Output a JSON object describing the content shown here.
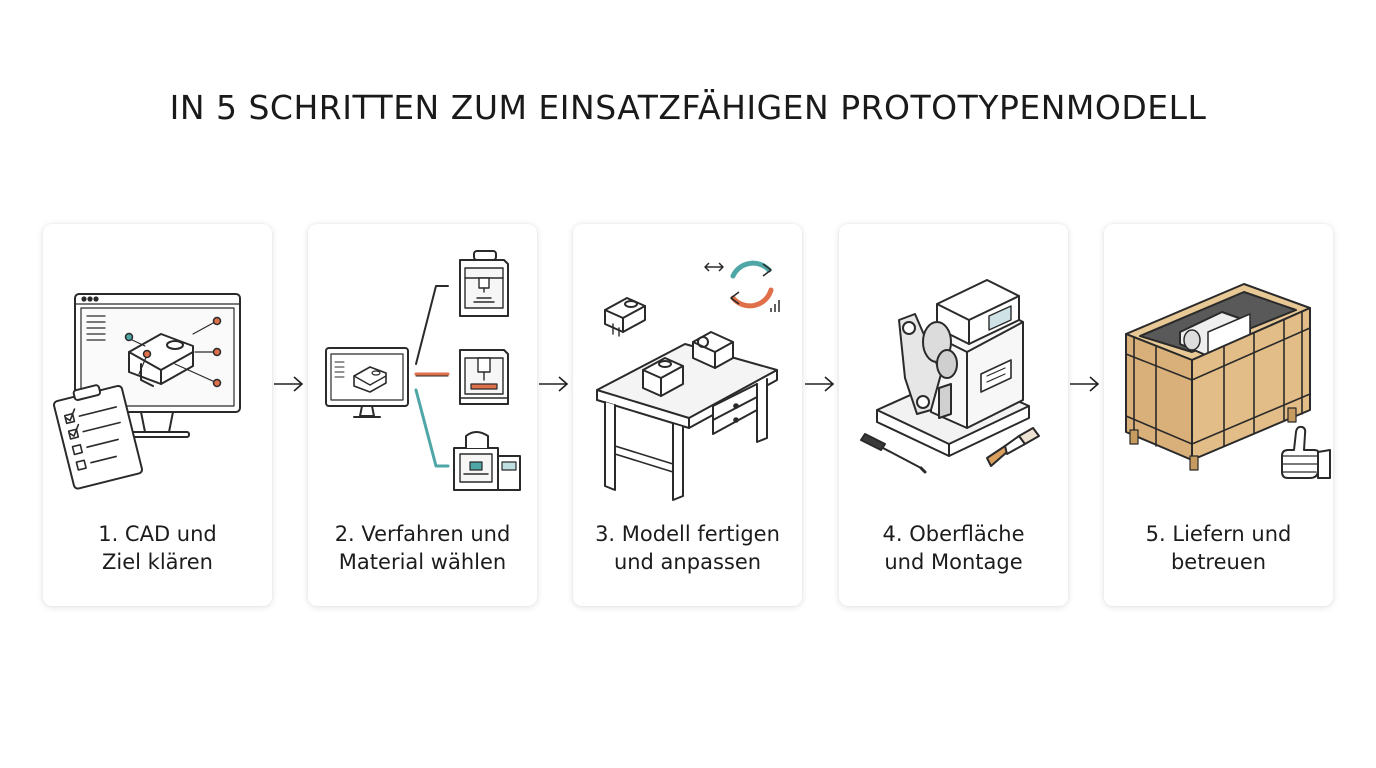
{
  "title": "IN 5 SCHRITTEN ZUM EINSATZFÄHIGEN PROTOTYPENMODELL",
  "steps": [
    {
      "line1": "1. CAD und",
      "line2": "Ziel klären",
      "icons": [
        "monitor-cad-icon",
        "checklist-icon"
      ]
    },
    {
      "line1": "2. Verfahren und",
      "line2": "Material wählen",
      "icons": [
        "monitor-icon",
        "printer-fdm-icon",
        "printer-sla-icon",
        "printer-multi-icon"
      ]
    },
    {
      "line1": "3. Modell fertigen",
      "line2": "und anpassen",
      "icons": [
        "workbench-icon",
        "refresh-cycle-icon",
        "part-icon"
      ]
    },
    {
      "line1": "4. Oberfläche",
      "line2": "und Montage",
      "icons": [
        "machine-assembly-icon",
        "screwdriver-icon",
        "paintbrush-icon"
      ]
    },
    {
      "line1": "5. Liefern und",
      "line2": "betreuen",
      "icons": [
        "wooden-crate-icon",
        "thumbs-up-icon"
      ]
    }
  ],
  "colors": {
    "accent_orange": "#e0704a",
    "accent_teal": "#4fa6a6",
    "wood": "#d9b07a",
    "line": "#2a2a2a"
  }
}
